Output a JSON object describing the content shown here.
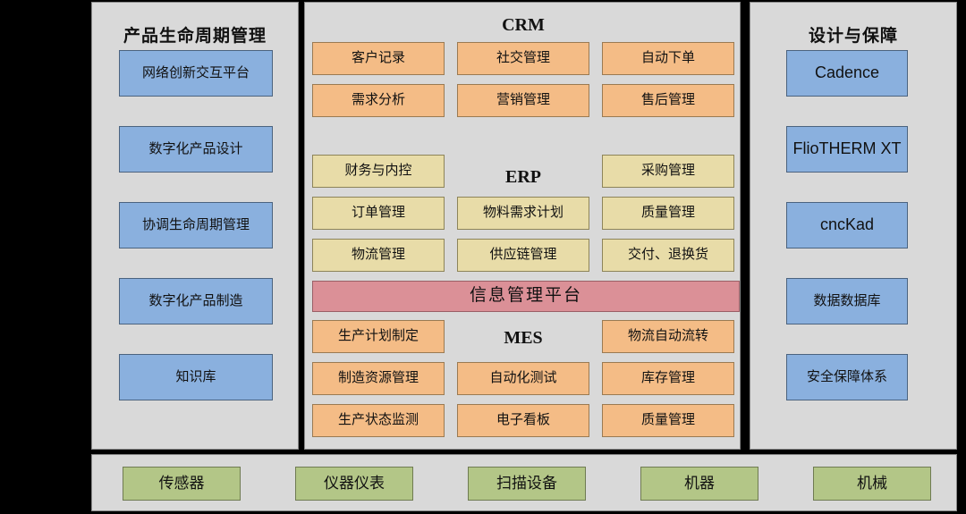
{
  "diagram": {
    "background_color": "#000000",
    "panel_color": "#d9d9d9",
    "colors": {
      "blue": "#8ab0de",
      "orange": "#f4bc86",
      "beige": "#e8dca8",
      "pink": "#db9097",
      "green": "#b3c687"
    }
  },
  "plm": {
    "title": "产品生命周期管理",
    "items": [
      {
        "label": "网络创新交互平台"
      },
      {
        "label": "数字化产品设计"
      },
      {
        "label": "协调生命周期管理"
      },
      {
        "label": "数字化产品制造"
      },
      {
        "label": "知识库"
      }
    ]
  },
  "center": {
    "crm": {
      "title": "CRM",
      "items": [
        {
          "label": "客户记录"
        },
        {
          "label": "社交管理"
        },
        {
          "label": "自动下单"
        },
        {
          "label": "需求分析"
        },
        {
          "label": "营销管理"
        },
        {
          "label": "售后管理"
        }
      ]
    },
    "erp": {
      "title": "ERP",
      "items": [
        {
          "label": "财务与内控"
        },
        {
          "label": ""
        },
        {
          "label": "采购管理"
        },
        {
          "label": "订单管理"
        },
        {
          "label": "物料需求计划"
        },
        {
          "label": "质量管理"
        },
        {
          "label": "物流管理"
        },
        {
          "label": "供应链管理"
        },
        {
          "label": "交付、退换货"
        }
      ]
    },
    "info_platform": {
      "label": "信息管理平台"
    },
    "mes": {
      "title": "MES",
      "items": [
        {
          "label": "生产计划制定"
        },
        {
          "label": ""
        },
        {
          "label": "物流自动流转"
        },
        {
          "label": "制造资源管理"
        },
        {
          "label": "自动化测试"
        },
        {
          "label": "库存管理"
        },
        {
          "label": "生产状态监测"
        },
        {
          "label": "电子看板"
        },
        {
          "label": "质量管理"
        }
      ]
    }
  },
  "design": {
    "title": "设计与保障",
    "items": [
      {
        "label": "Cadence",
        "latin": true
      },
      {
        "label": "FlioTHERM XT",
        "latin": true
      },
      {
        "label": "cncKad",
        "latin": true
      },
      {
        "label": "数据数据库",
        "latin": false
      },
      {
        "label": "安全保障体系",
        "latin": false
      }
    ]
  },
  "devices": {
    "items": [
      {
        "label": "传感器"
      },
      {
        "label": "仪器仪表"
      },
      {
        "label": "扫描设备"
      },
      {
        "label": "机器"
      },
      {
        "label": "机械"
      }
    ]
  }
}
